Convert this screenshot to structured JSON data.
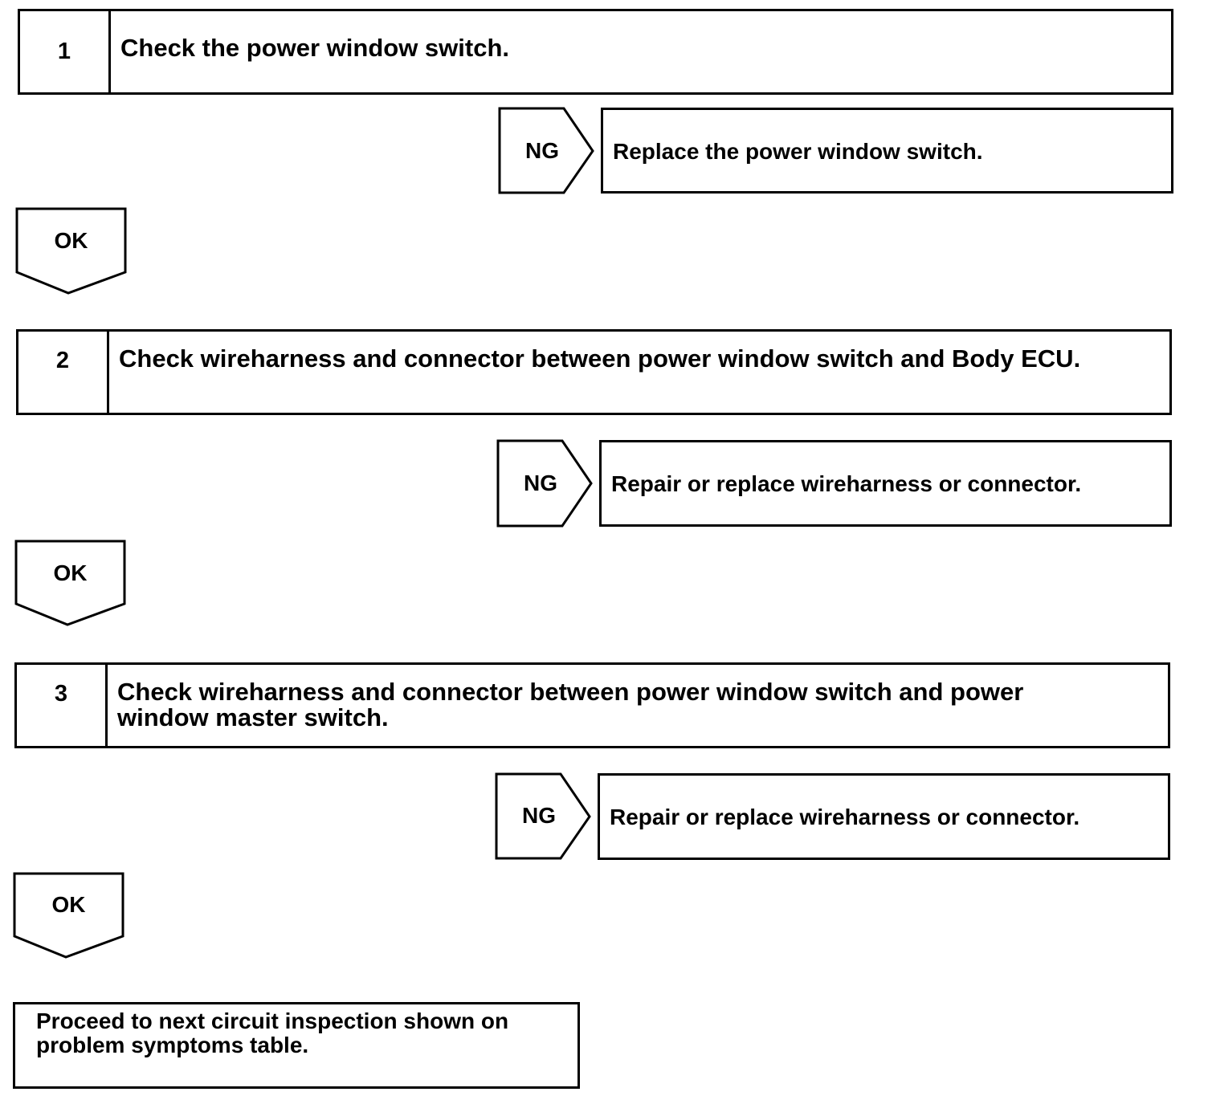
{
  "steps": [
    {
      "number": "1",
      "text": "Check the power window switch."
    },
    {
      "number": "2",
      "text": "Check wireharness and connector between power window switch and Body ECU."
    },
    {
      "number": "3",
      "text": "Check wireharness and connector between power window switch and power window master switch."
    }
  ],
  "ng_results": [
    {
      "label": "NG",
      "action": "Replace the power window switch."
    },
    {
      "label": "NG",
      "action": "Repair or replace wireharness or connector."
    },
    {
      "label": "NG",
      "action": "Repair or replace wireharness or connector."
    }
  ],
  "ok_labels": [
    "OK",
    "OK",
    "OK"
  ],
  "final_action": "Proceed to next circuit inspection shown on problem symptoms table."
}
